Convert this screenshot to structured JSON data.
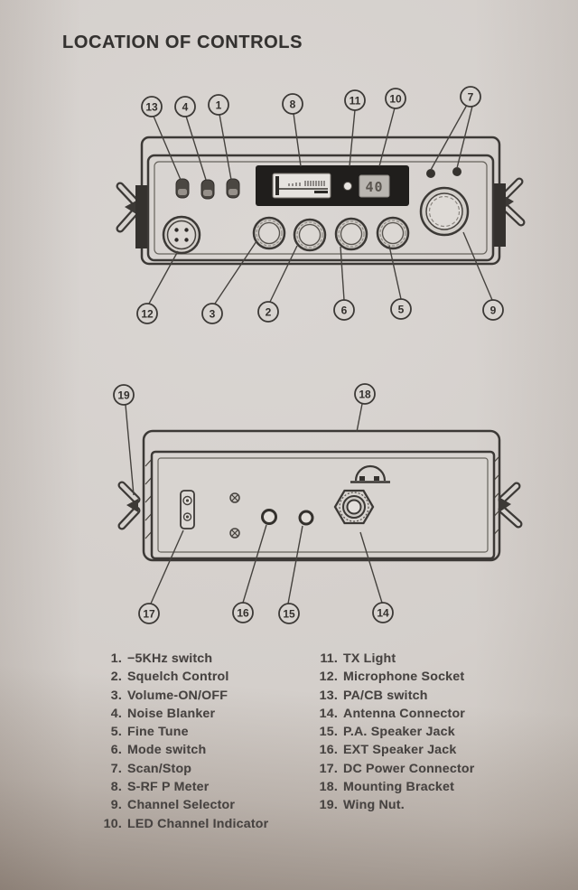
{
  "header": {
    "title": "LOCATION OF CONTROLS"
  },
  "front_panel": {
    "led_channel": "40",
    "callouts_top": [
      "13",
      "4",
      "1",
      "8",
      "11",
      "10",
      "7"
    ],
    "callouts_bottom": [
      "12",
      "3",
      "2",
      "6",
      "5",
      "9"
    ]
  },
  "rear_panel": {
    "callouts_top": [
      "19",
      "18"
    ],
    "callouts_bottom": [
      "17",
      "16",
      "15",
      "14"
    ]
  },
  "legend": {
    "left": [
      {
        "num": "1.",
        "label": "−5KHz switch"
      },
      {
        "num": "2.",
        "label": "Squelch Control"
      },
      {
        "num": "3.",
        "label": "Volume-ON/OFF"
      },
      {
        "num": "4.",
        "label": "Noise Blanker"
      },
      {
        "num": "5.",
        "label": "Fine Tune"
      },
      {
        "num": "6.",
        "label": "Mode switch"
      },
      {
        "num": "7.",
        "label": "Scan/Stop"
      },
      {
        "num": "8.",
        "label": "S-RF P Meter"
      },
      {
        "num": "9.",
        "label": "Channel Selector"
      },
      {
        "num": "10.",
        "label": "LED Channel Indicator"
      }
    ],
    "right": [
      {
        "num": "11.",
        "label": "TX Light"
      },
      {
        "num": "12.",
        "label": "Microphone Socket"
      },
      {
        "num": "13.",
        "label": "PA/CB switch"
      },
      {
        "num": "14.",
        "label": "Antenna Connector"
      },
      {
        "num": "15.",
        "label": "P.A. Speaker Jack"
      },
      {
        "num": "16.",
        "label": "EXT Speaker Jack"
      },
      {
        "num": "17.",
        "label": "DC Power Connector"
      },
      {
        "num": "18.",
        "label": "Mounting Bracket"
      },
      {
        "num": "19.",
        "label": "Wing Nut."
      }
    ]
  }
}
